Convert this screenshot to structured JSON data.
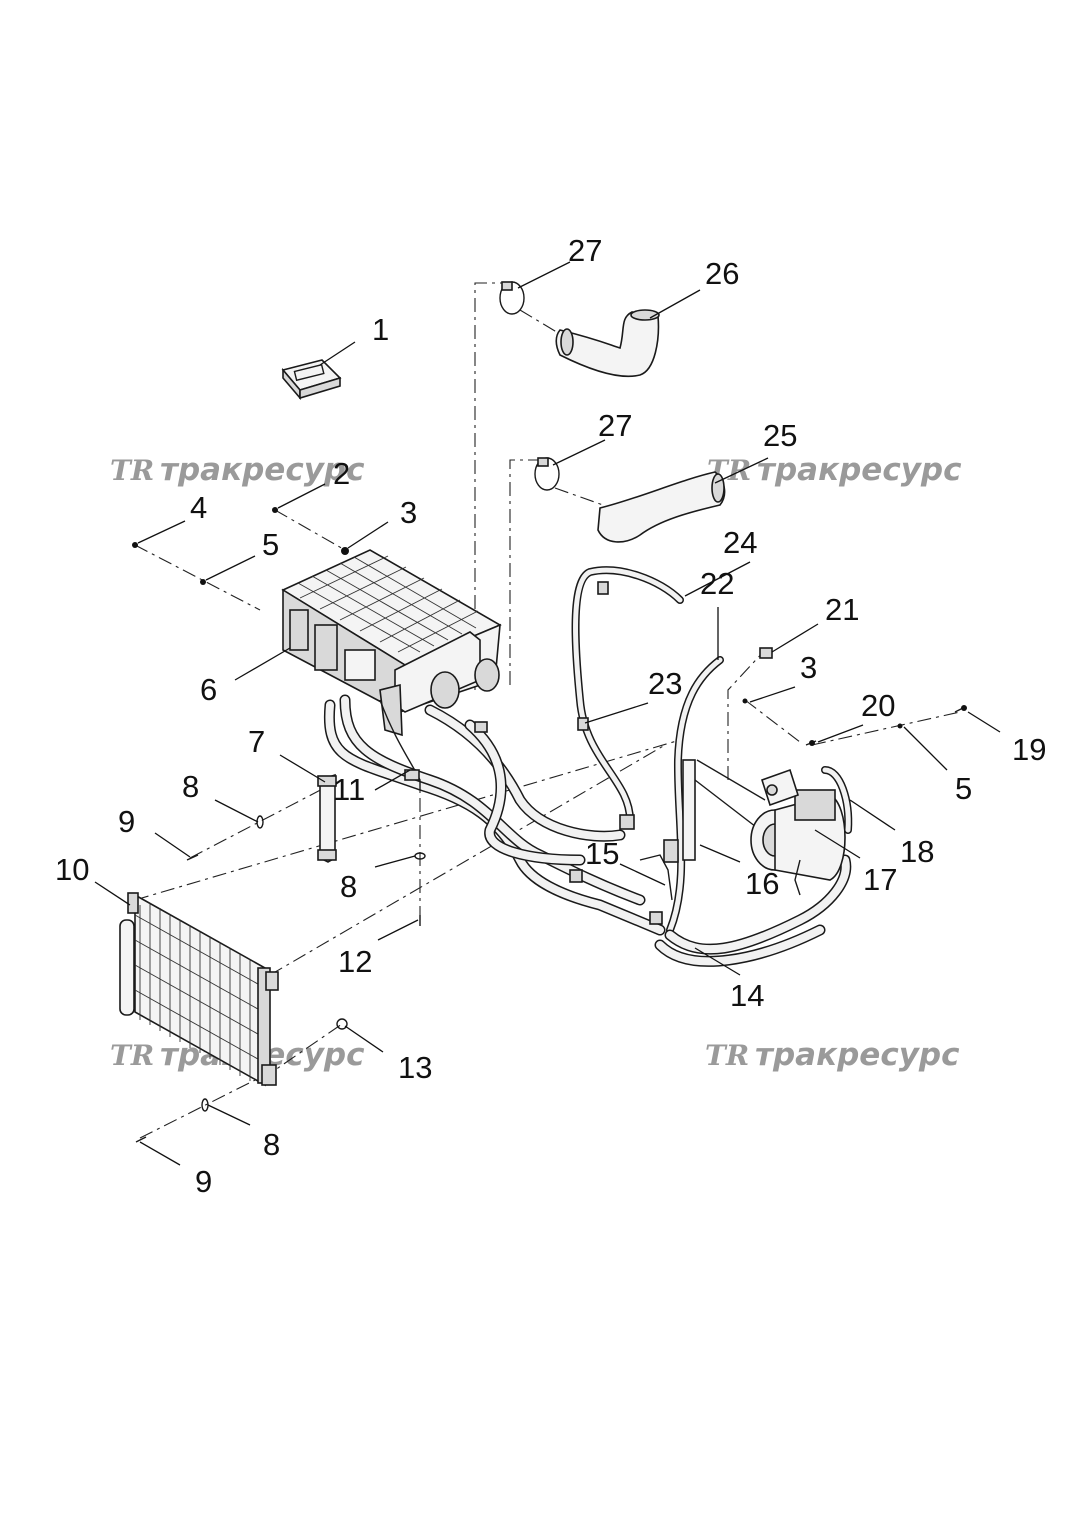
{
  "watermark": {
    "logo": "TR",
    "text": "тракресурс"
  },
  "callouts": [
    "1",
    "2",
    "3",
    "4",
    "5",
    "6",
    "7",
    "8",
    "9",
    "10",
    "11",
    "12",
    "13",
    "14",
    "15",
    "16",
    "17",
    "18",
    "19",
    "20",
    "21",
    "22",
    "23",
    "24",
    "25",
    "26",
    "27",
    "3",
    "5",
    "8",
    "8",
    "9",
    "27"
  ]
}
